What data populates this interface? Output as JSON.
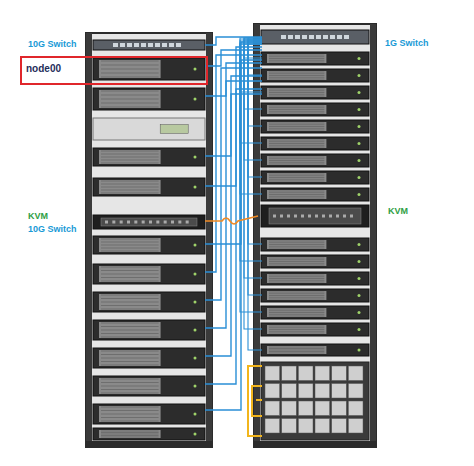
{
  "diagram": {
    "nodes": [
      {
        "text": [
          "node00"
        ]
      }
    ],
    "labels": [
      "10G Switch",
      "KVM",
      "10G Switch",
      "1G Switch",
      "KVM"
    ]
  }
}
